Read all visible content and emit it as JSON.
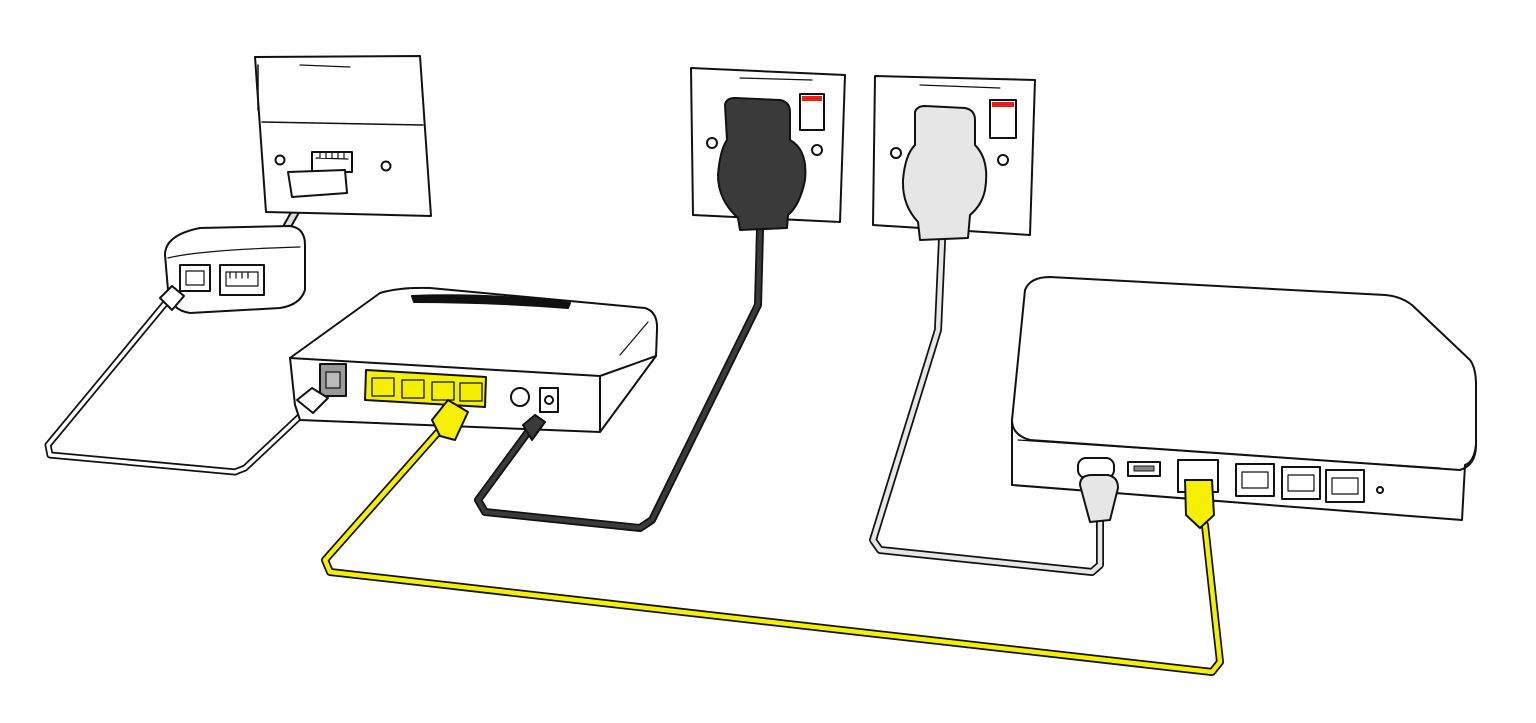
{
  "diagram": {
    "colors": {
      "outline": "#111111",
      "ethernet_cable": "#f5f000",
      "power_cable_dark": "#3a3a3a",
      "power_cable_light": "#e6e6e6",
      "socket_switch": "#e8201a",
      "background": "#ffffff"
    },
    "components": [
      "phone-wall-socket",
      "microfilter",
      "router",
      "power-socket-left",
      "power-socket-right",
      "power-adapter-dark",
      "power-plug-light",
      "network-hub-box"
    ]
  }
}
